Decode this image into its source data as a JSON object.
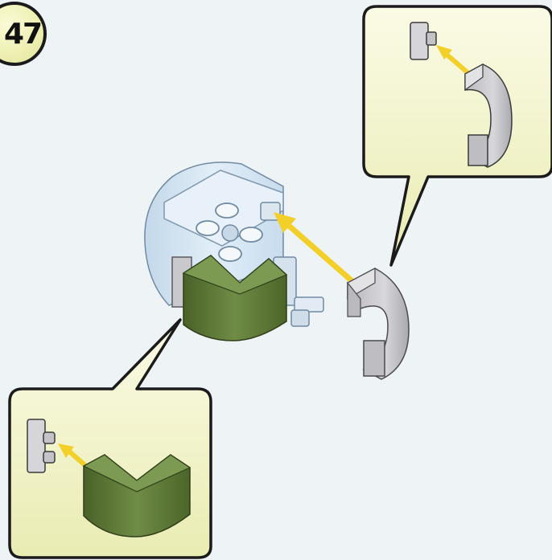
{
  "step": {
    "number": "47"
  },
  "colors": {
    "background": "#eef3f6",
    "callout_fill": "#f3f4c9",
    "callout_border": "#1b1b1b",
    "arrow": "#f3cf2a",
    "base_light_blue": "#dbe9f5",
    "green_piece": "#5c7a36",
    "gray_piece": "#c9c9cc"
  },
  "icons": {
    "callout_top": "curved-gray-slope-attaching-to-clip-plate",
    "callout_bottom": "green-curved-slope-attaching-to-clip-plate",
    "main_assembly": "round-light-blue-assembly-with-green-and-gray-pieces"
  }
}
